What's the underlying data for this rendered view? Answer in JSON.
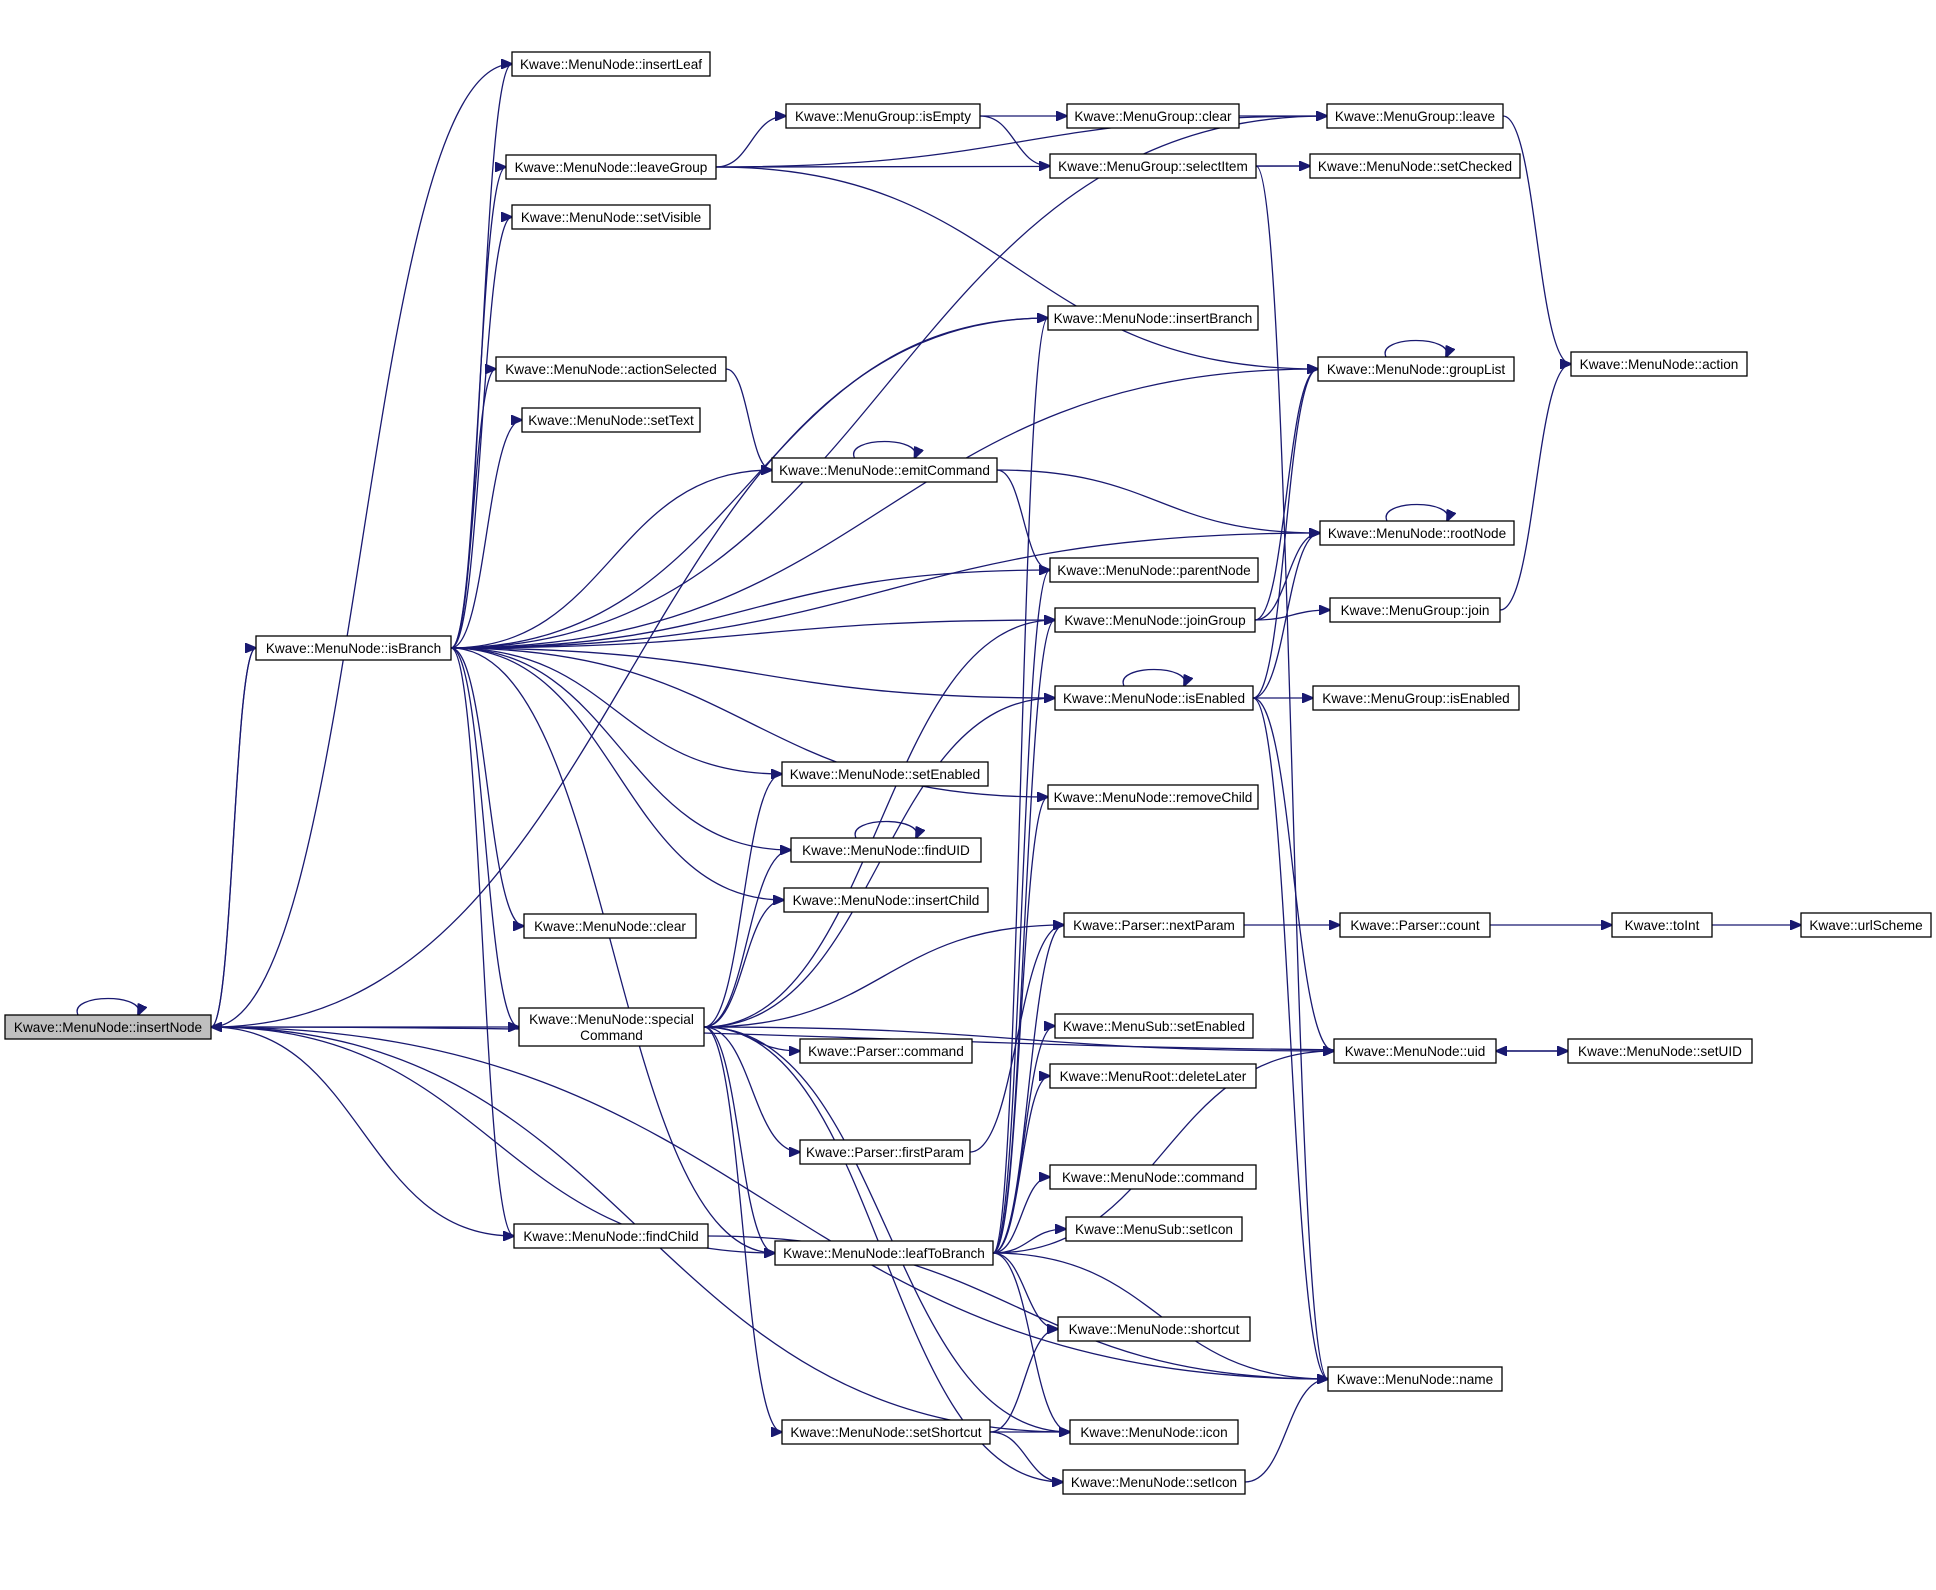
{
  "nodes": [
    {
      "id": "insertNode",
      "label": [
        "Kwave::MenuNode::insertNode"
      ],
      "root": true
    },
    {
      "id": "isBranch",
      "label": [
        "Kwave::MenuNode::isBranch"
      ]
    },
    {
      "id": "insertLeaf",
      "label": [
        "Kwave::MenuNode::insertLeaf"
      ]
    },
    {
      "id": "leaveGroup",
      "label": [
        "Kwave::MenuNode::leaveGroup"
      ]
    },
    {
      "id": "setVisible",
      "label": [
        "Kwave::MenuNode::setVisible"
      ]
    },
    {
      "id": "actionSelected",
      "label": [
        "Kwave::MenuNode::actionSelected"
      ]
    },
    {
      "id": "setText",
      "label": [
        "Kwave::MenuNode::setText"
      ]
    },
    {
      "id": "clearNode",
      "label": [
        "Kwave::MenuNode::clear"
      ]
    },
    {
      "id": "specialCommand",
      "label": [
        "Kwave::MenuNode::special",
        "Command"
      ]
    },
    {
      "id": "findChild",
      "label": [
        "Kwave::MenuNode::findChild"
      ]
    },
    {
      "id": "grpIsEmpty",
      "label": [
        "Kwave::MenuGroup::isEmpty"
      ]
    },
    {
      "id": "emitCommand",
      "label": [
        "Kwave::MenuNode::emitCommand"
      ]
    },
    {
      "id": "setEnabledNode",
      "label": [
        "Kwave::MenuNode::setEnabled"
      ]
    },
    {
      "id": "findUID",
      "label": [
        "Kwave::MenuNode::findUID"
      ]
    },
    {
      "id": "insertChild",
      "label": [
        "Kwave::MenuNode::insertChild"
      ]
    },
    {
      "id": "parserCommand",
      "label": [
        "Kwave::Parser::command"
      ]
    },
    {
      "id": "firstParam",
      "label": [
        "Kwave::Parser::firstParam"
      ]
    },
    {
      "id": "leafToBranch",
      "label": [
        "Kwave::MenuNode::leafToBranch"
      ]
    },
    {
      "id": "setShortcut",
      "label": [
        "Kwave::MenuNode::setShortcut"
      ]
    },
    {
      "id": "grpClear",
      "label": [
        "Kwave::MenuGroup::clear"
      ]
    },
    {
      "id": "selectItem",
      "label": [
        "Kwave::MenuGroup::selectItem"
      ]
    },
    {
      "id": "insertBranch",
      "label": [
        "Kwave::MenuNode::insertBranch"
      ]
    },
    {
      "id": "parentNode",
      "label": [
        "Kwave::MenuNode::parentNode"
      ]
    },
    {
      "id": "joinGroup",
      "label": [
        "Kwave::MenuNode::joinGroup"
      ]
    },
    {
      "id": "isEnabledNode",
      "label": [
        "Kwave::MenuNode::isEnabled"
      ]
    },
    {
      "id": "removeChild",
      "label": [
        "Kwave::MenuNode::removeChild"
      ]
    },
    {
      "id": "nextParam",
      "label": [
        "Kwave::Parser::nextParam"
      ]
    },
    {
      "id": "subSetEnabled",
      "label": [
        "Kwave::MenuSub::setEnabled"
      ]
    },
    {
      "id": "deleteLater",
      "label": [
        "Kwave::MenuRoot::deleteLater"
      ]
    },
    {
      "id": "nodeCommand",
      "label": [
        "Kwave::MenuNode::command"
      ]
    },
    {
      "id": "subSetIcon",
      "label": [
        "Kwave::MenuSub::setIcon"
      ]
    },
    {
      "id": "shortcut",
      "label": [
        "Kwave::MenuNode::shortcut"
      ]
    },
    {
      "id": "icon",
      "label": [
        "Kwave::MenuNode::icon"
      ]
    },
    {
      "id": "setIcon",
      "label": [
        "Kwave::MenuNode::setIcon"
      ]
    },
    {
      "id": "grpLeave",
      "label": [
        "Kwave::MenuGroup::leave"
      ]
    },
    {
      "id": "setChecked",
      "label": [
        "Kwave::MenuNode::setChecked"
      ]
    },
    {
      "id": "groupList",
      "label": [
        "Kwave::MenuNode::groupList"
      ]
    },
    {
      "id": "rootNode",
      "label": [
        "Kwave::MenuNode::rootNode"
      ]
    },
    {
      "id": "grpJoin",
      "label": [
        "Kwave::MenuGroup::join"
      ]
    },
    {
      "id": "grpIsEnabled",
      "label": [
        "Kwave::MenuGroup::isEnabled"
      ]
    },
    {
      "id": "parserCount",
      "label": [
        "Kwave::Parser::count"
      ]
    },
    {
      "id": "uid",
      "label": [
        "Kwave::MenuNode::uid"
      ]
    },
    {
      "id": "nodeName",
      "label": [
        "Kwave::MenuNode::name"
      ]
    },
    {
      "id": "action",
      "label": [
        "Kwave::MenuNode::action"
      ]
    },
    {
      "id": "setUID",
      "label": [
        "Kwave::MenuNode::setUID"
      ]
    },
    {
      "id": "toInt",
      "label": [
        "Kwave::toInt"
      ]
    },
    {
      "id": "urlScheme",
      "label": [
        "Kwave::urlScheme"
      ]
    }
  ],
  "edges": [
    [
      "insertNode",
      "insertNode"
    ],
    [
      "insertNode",
      "isBranch"
    ],
    [
      "insertNode",
      "insertLeaf"
    ],
    [
      "insertNode",
      "insertBranch"
    ],
    [
      "insertNode",
      "specialCommand"
    ],
    [
      "insertNode",
      "findChild"
    ],
    [
      "insertNode",
      "leafToBranch"
    ],
    [
      "insertNode",
      "nodeName"
    ],
    [
      "insertNode",
      "icon"
    ],
    [
      "insertNode",
      "setUID"
    ],
    [
      "isBranch",
      "insertNode"
    ],
    [
      "isBranch",
      "insertLeaf"
    ],
    [
      "isBranch",
      "leaveGroup"
    ],
    [
      "isBranch",
      "setVisible"
    ],
    [
      "isBranch",
      "actionSelected"
    ],
    [
      "isBranch",
      "setText"
    ],
    [
      "isBranch",
      "emitCommand"
    ],
    [
      "isBranch",
      "insertBranch"
    ],
    [
      "isBranch",
      "groupList"
    ],
    [
      "isBranch",
      "grpLeave"
    ],
    [
      "isBranch",
      "rootNode"
    ],
    [
      "isBranch",
      "parentNode"
    ],
    [
      "isBranch",
      "joinGroup"
    ],
    [
      "isBranch",
      "isEnabledNode"
    ],
    [
      "isBranch",
      "removeChild"
    ],
    [
      "isBranch",
      "setEnabledNode"
    ],
    [
      "isBranch",
      "findUID"
    ],
    [
      "isBranch",
      "insertChild"
    ],
    [
      "isBranch",
      "clearNode"
    ],
    [
      "isBranch",
      "specialCommand"
    ],
    [
      "isBranch",
      "findChild"
    ],
    [
      "isBranch",
      "leafToBranch"
    ],
    [
      "leaveGroup",
      "grpIsEmpty"
    ],
    [
      "leaveGroup",
      "grpLeave"
    ],
    [
      "leaveGroup",
      "setChecked"
    ],
    [
      "leaveGroup",
      "groupList"
    ],
    [
      "grpIsEmpty",
      "grpClear"
    ],
    [
      "grpIsEmpty",
      "selectItem"
    ],
    [
      "grpClear",
      "grpLeave"
    ],
    [
      "selectItem",
      "setChecked"
    ],
    [
      "selectItem",
      "nodeName"
    ],
    [
      "grpLeave",
      "action"
    ],
    [
      "actionSelected",
      "emitCommand"
    ],
    [
      "emitCommand",
      "emitCommand"
    ],
    [
      "emitCommand",
      "rootNode"
    ],
    [
      "emitCommand",
      "parentNode"
    ],
    [
      "groupList",
      "groupList"
    ],
    [
      "rootNode",
      "rootNode"
    ],
    [
      "joinGroup",
      "groupList"
    ],
    [
      "joinGroup",
      "rootNode"
    ],
    [
      "joinGroup",
      "grpJoin"
    ],
    [
      "grpJoin",
      "action"
    ],
    [
      "isEnabledNode",
      "isEnabledNode"
    ],
    [
      "isEnabledNode",
      "grpIsEnabled"
    ],
    [
      "isEnabledNode",
      "groupList"
    ],
    [
      "isEnabledNode",
      "rootNode"
    ],
    [
      "isEnabledNode",
      "uid"
    ],
    [
      "isEnabledNode",
      "nodeName"
    ],
    [
      "findUID",
      "findUID"
    ],
    [
      "specialCommand",
      "setEnabledNode"
    ],
    [
      "specialCommand",
      "findUID"
    ],
    [
      "specialCommand",
      "insertChild"
    ],
    [
      "specialCommand",
      "parserCommand"
    ],
    [
      "specialCommand",
      "firstParam"
    ],
    [
      "specialCommand",
      "leafToBranch"
    ],
    [
      "specialCommand",
      "setShortcut"
    ],
    [
      "specialCommand",
      "setIcon"
    ],
    [
      "specialCommand",
      "isEnabledNode"
    ],
    [
      "specialCommand",
      "joinGroup"
    ],
    [
      "specialCommand",
      "nextParam"
    ],
    [
      "specialCommand",
      "uid"
    ],
    [
      "specialCommand",
      "icon"
    ],
    [
      "firstParam",
      "nextParam"
    ],
    [
      "nextParam",
      "parserCount"
    ],
    [
      "parserCount",
      "toInt"
    ],
    [
      "toInt",
      "urlScheme"
    ],
    [
      "leafToBranch",
      "insertBranch"
    ],
    [
      "leafToBranch",
      "parentNode"
    ],
    [
      "leafToBranch",
      "joinGroup"
    ],
    [
      "leafToBranch",
      "removeChild"
    ],
    [
      "leafToBranch",
      "nextParam"
    ],
    [
      "leafToBranch",
      "subSetEnabled"
    ],
    [
      "leafToBranch",
      "deleteLater"
    ],
    [
      "leafToBranch",
      "nodeCommand"
    ],
    [
      "leafToBranch",
      "subSetIcon"
    ],
    [
      "leafToBranch",
      "shortcut"
    ],
    [
      "leafToBranch",
      "icon"
    ],
    [
      "leafToBranch",
      "nodeName"
    ],
    [
      "leafToBranch",
      "uid"
    ],
    [
      "setShortcut",
      "shortcut"
    ],
    [
      "setShortcut",
      "icon"
    ],
    [
      "setShortcut",
      "setIcon"
    ],
    [
      "setIcon",
      "nodeName"
    ],
    [
      "findChild",
      "nodeName"
    ],
    [
      "uid",
      "setUID"
    ],
    [
      "setUID",
      "uid"
    ]
  ]
}
